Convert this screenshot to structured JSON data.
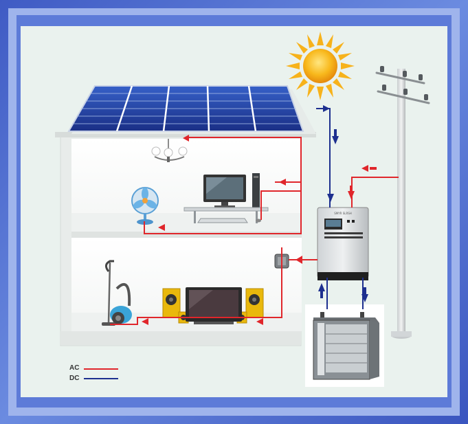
{
  "legend": {
    "ac_label": "AC",
    "dc_label": "DC",
    "ac_color": "#e0262b",
    "dc_color": "#1d2f8f"
  },
  "inverter": {
    "brand_text": "SMYR SLRSH"
  },
  "colors": {
    "frame_outer": "#4f6fd0",
    "frame_inner": "#a8bdf0",
    "background": "#ecf3ef",
    "sun": "#f5b31a"
  },
  "icons": [
    "solar-panel-icon",
    "sun-icon",
    "utility-pole-icon",
    "chandelier-icon",
    "desk-fan-icon",
    "computer-monitor-icon",
    "pc-tower-icon",
    "keyboard-icon",
    "vacuum-cleaner-icon",
    "speaker-icon",
    "tv-icon",
    "inverter-icon",
    "battery-cabinet-icon",
    "junction-box-icon"
  ]
}
